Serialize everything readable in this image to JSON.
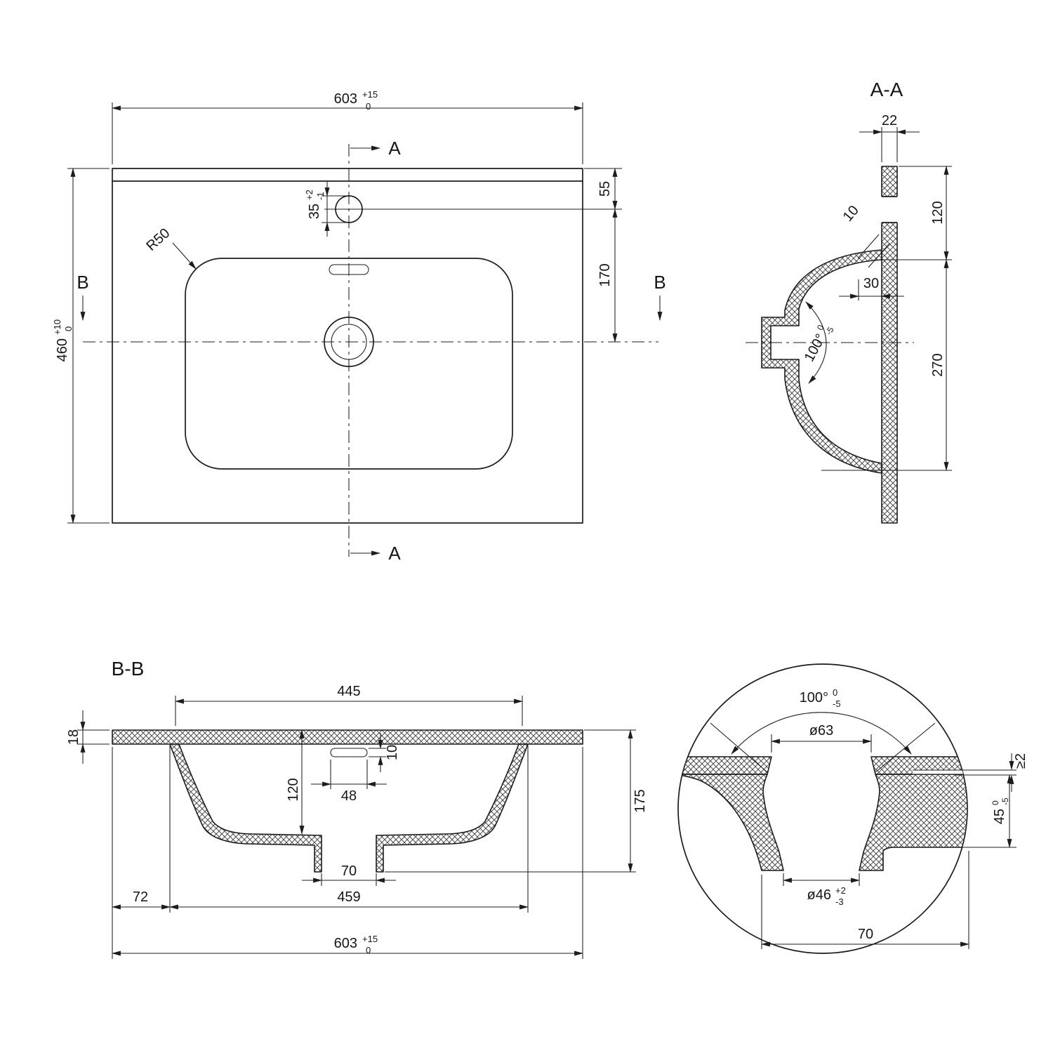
{
  "drawing": {
    "plan": {
      "section_a": "A",
      "section_b": "B",
      "width": {
        "v": "603",
        "u": "+15",
        "l": "0"
      },
      "depth": {
        "v": "460",
        "u": "+10",
        "l": "0"
      },
      "tap_hole": {
        "v": "35",
        "u": "+2",
        "l": "-1"
      },
      "tap_offset": "55",
      "tap_to_drain": "170",
      "corner_radius": "R50"
    },
    "aa": {
      "title": "A-A",
      "deck_thk": "22",
      "wall_thk": "10",
      "rim": "30",
      "to_bowl": "120",
      "bowl_span": "270",
      "angle": {
        "v": "100°",
        "u": "0",
        "l": "-5"
      }
    },
    "bb": {
      "title": "B-B",
      "bowl_top": "445",
      "deck_thk": "18",
      "bowl_depth": "120",
      "slot_h": "10",
      "slot_w": "48",
      "drain_w": "70",
      "edge_off": "72",
      "bowl_bottom": "459",
      "width": {
        "v": "603",
        "u": "+15",
        "l": "0"
      },
      "height": "175"
    },
    "detail": {
      "angle": {
        "v": "100°",
        "u": "0",
        "l": "-5"
      },
      "top_dia": "ø63",
      "min_thk": "≥2",
      "boss_h": {
        "v": "45",
        "u": "0",
        "l": "-5"
      },
      "hole_dia": {
        "v": "ø46",
        "u": "+2",
        "l": "-3"
      },
      "boss_w": "70"
    }
  }
}
